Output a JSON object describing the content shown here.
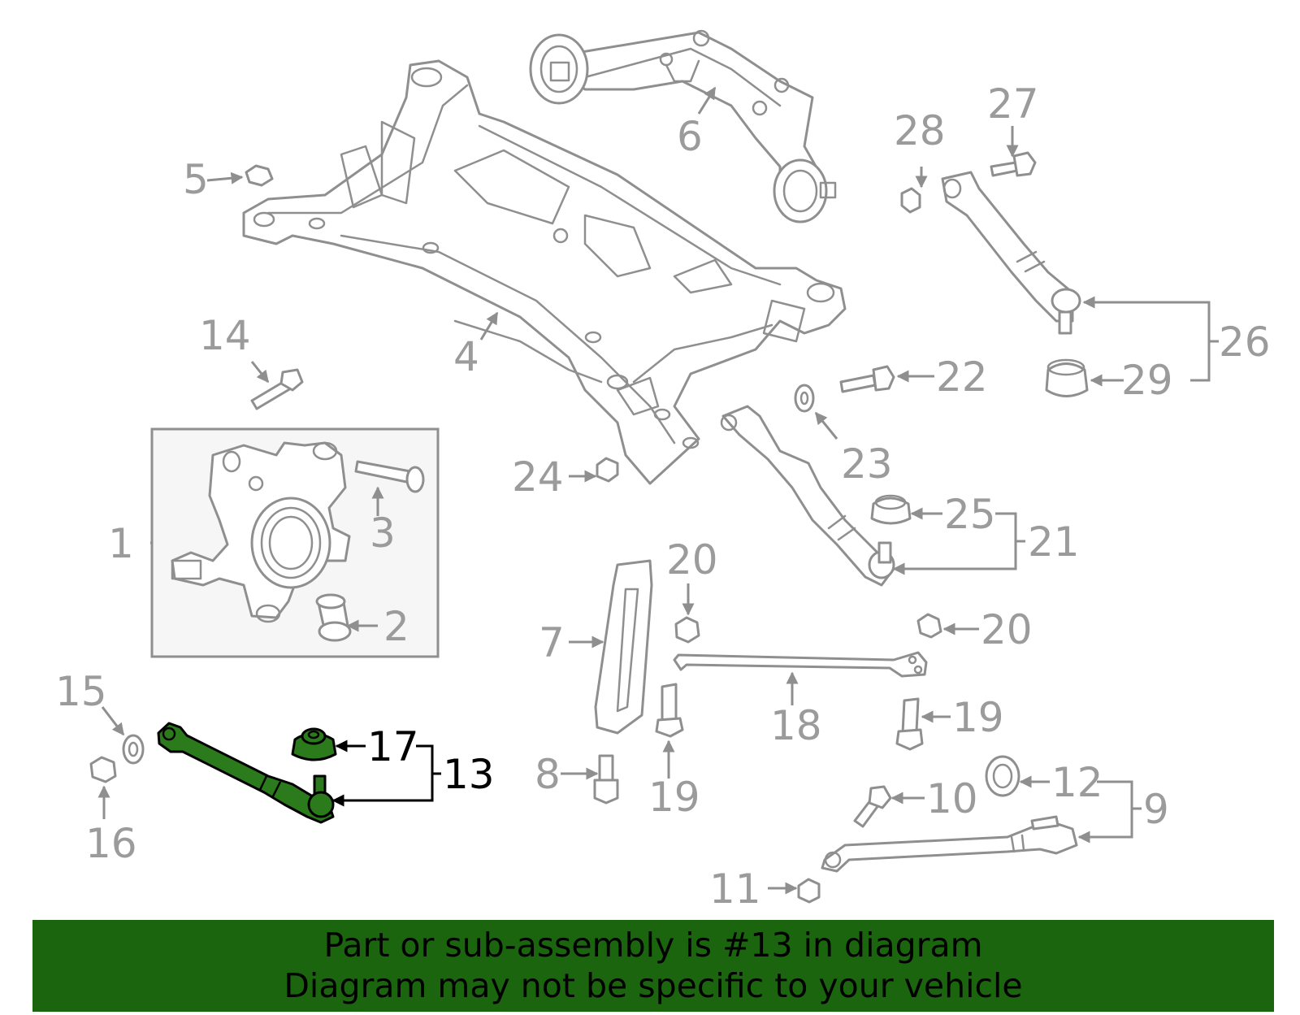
{
  "diagram": {
    "highlighted_part": "13",
    "callouts": {
      "c1": "1",
      "c2": "2",
      "c3": "3",
      "c4": "4",
      "c5": "5",
      "c6": "6",
      "c7": "7",
      "c8": "8",
      "c9": "9",
      "c10": "10",
      "c11": "11",
      "c12": "12",
      "c13": "13",
      "c14": "14",
      "c15": "15",
      "c16": "16",
      "c17": "17",
      "c18": "18",
      "c19a": "19",
      "c19b": "19",
      "c20a": "20",
      "c20b": "20",
      "c21": "21",
      "c22": "22",
      "c23": "23",
      "c24": "24",
      "c25": "25",
      "c26": "26",
      "c27": "27",
      "c28": "28",
      "c29": "29"
    },
    "colors": {
      "highlight": "#2b7a1c",
      "banner": "#1b650f",
      "line_art": "#8f8f8f",
      "callout_text": "#9b9b9b"
    }
  },
  "banner": {
    "line1": "Part or sub-assembly is #13 in diagram",
    "line2": "Diagram may not be specific to your vehicle"
  }
}
